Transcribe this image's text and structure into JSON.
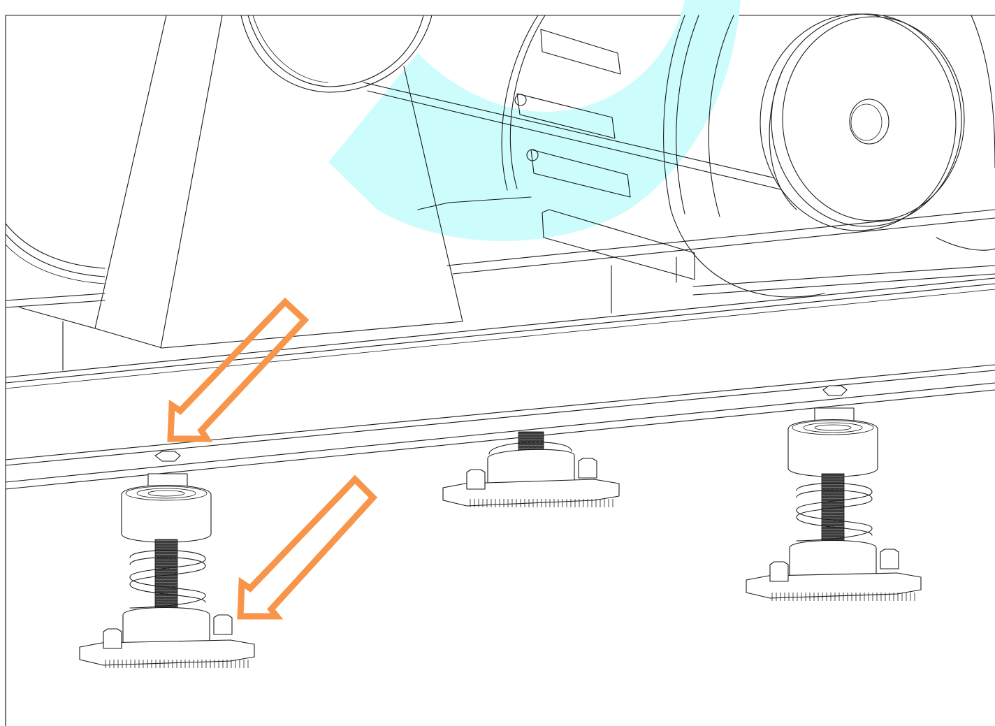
{
  "colors": {
    "line": "#1a1a1a",
    "highlight": "#ccfcfc",
    "arrow": "#f7964a",
    "background": "#ffffff"
  },
  "parts": {
    "isolators": [
      "spring-isolator-front-left",
      "spring-isolator-center",
      "spring-isolator-right"
    ],
    "callout_arrows": [
      "arrow-to-top-nut",
      "arrow-to-base-plate"
    ]
  }
}
